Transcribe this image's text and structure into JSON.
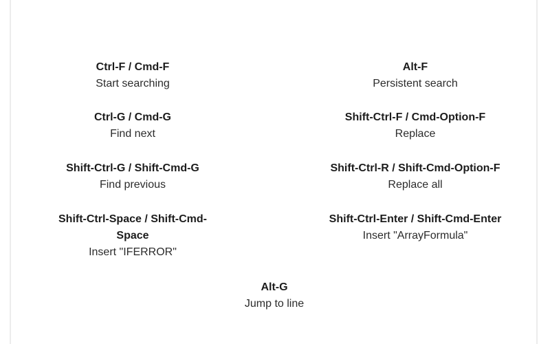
{
  "shortcuts": {
    "left": [
      {
        "keys": "Ctrl-F / Cmd-F",
        "desc": "Start searching"
      },
      {
        "keys": "Ctrl-G / Cmd-G",
        "desc": "Find next"
      },
      {
        "keys": "Shift-Ctrl-G / Shift-Cmd-G",
        "desc": "Find previous"
      },
      {
        "keys_line1": "Shift-Ctrl-Space / Shift-Cmd-",
        "keys_line2": "Space",
        "desc": "Insert \"IFERROR\""
      }
    ],
    "right": [
      {
        "keys": "Alt-F",
        "desc": "Persistent search"
      },
      {
        "keys": "Shift-Ctrl-F / Cmd-Option-F",
        "desc": "Replace"
      },
      {
        "keys": "Shift-Ctrl-R / Shift-Cmd-Option-F",
        "desc": "Replace all"
      },
      {
        "keys": "Shift-Ctrl-Enter / Shift-Cmd-Enter",
        "desc": "Insert \"ArrayFormula\""
      }
    ],
    "center": [
      {
        "keys": "Alt-G",
        "desc": "Jump to line"
      }
    ]
  }
}
